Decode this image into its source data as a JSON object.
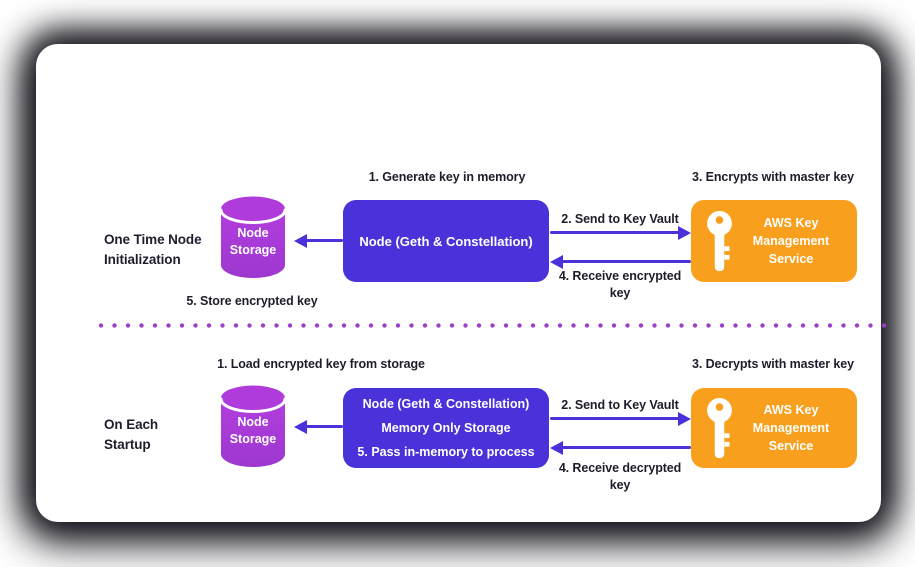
{
  "colors": {
    "node_box": "#4A32DB",
    "kms_box": "#F8A01D",
    "storage_gradient_top": "#B23EDD",
    "storage_gradient_bottom": "#9D37D0",
    "arrow": "#4A32DB",
    "divider_dot": "#9C3EC6",
    "label_text": "#1F1D2B"
  },
  "icons": {
    "storage": "database-cylinder-icon",
    "kms": "key-icon"
  },
  "sections": [
    {
      "side_label_lines": [
        "One Time Node",
        "Initialization"
      ],
      "storage_lines": [
        "Node",
        "Storage"
      ],
      "node_label": "Node (Geth & Constellation)",
      "kms_lines": [
        "AWS Key",
        "Management Service"
      ],
      "steps": {
        "generate": "1. Generate key in memory",
        "send": "2. Send to Key Vault",
        "master": "3. Encrypts with master key",
        "receive_lines": [
          "4. Receive encrypted",
          "key"
        ],
        "store": "5. Store encrypted key"
      }
    },
    {
      "side_label_lines": [
        "On Each",
        "Startup"
      ],
      "storage_lines": [
        "Node",
        "Storage"
      ],
      "node_lines": [
        "Node (Geth & Constellation)",
        "Memory Only Storage",
        "5. Pass in-memory to process"
      ],
      "kms_lines": [
        "AWS Key",
        "Management Service"
      ],
      "steps": {
        "load": "1. Load encrypted key from storage",
        "send": "2. Send to Key Vault",
        "master": "3. Decrypts with master key",
        "receive_lines": [
          "4. Receive decrypted",
          "key"
        ]
      }
    }
  ]
}
